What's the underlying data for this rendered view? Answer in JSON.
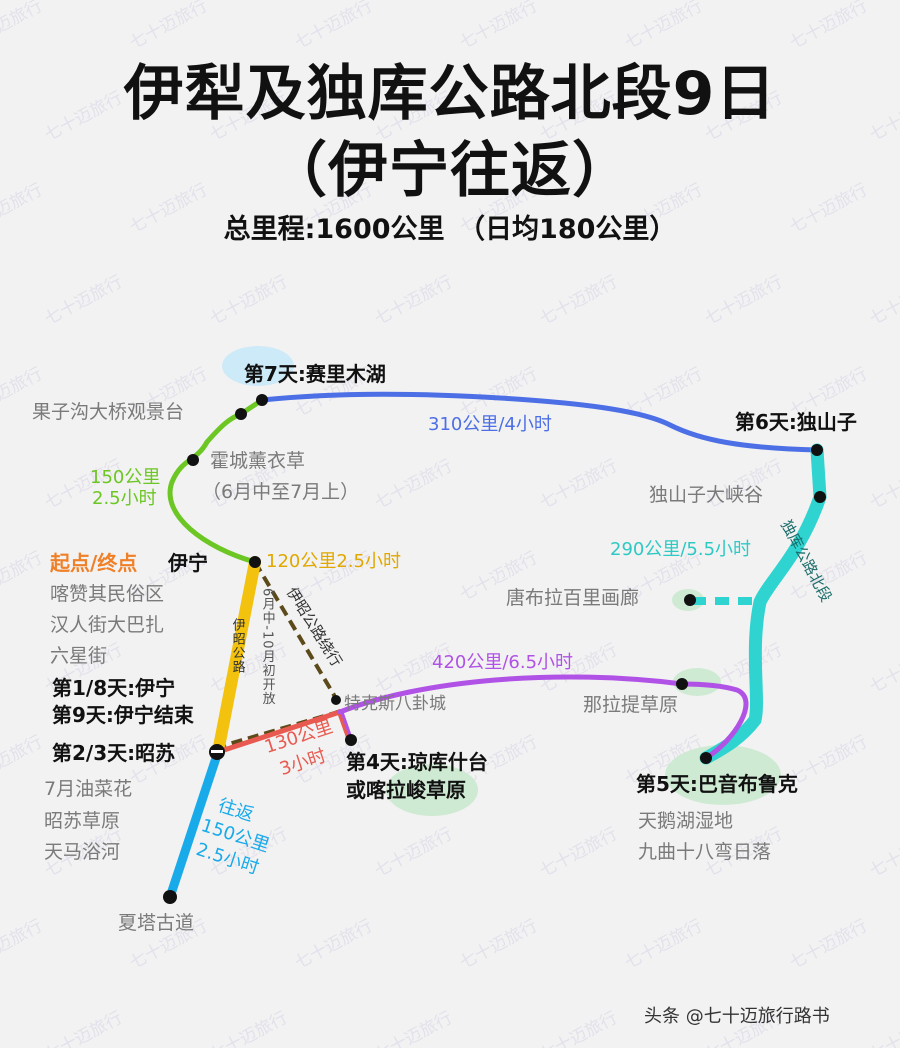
{
  "title": "伊犁及独库公路北段9日",
  "subtitle": "（伊宁往返）",
  "summary": "总里程:1600公里　（日均180公里）",
  "watermark": "七十迈旅行",
  "credit": "头条 @七十迈旅行路书",
  "colors": {
    "green": "#6cc623",
    "blue": "#4c6fe6",
    "cyan": "#2fd3cf",
    "purple": "#b152e6",
    "yellow": "#f2c20e",
    "red": "#e85a50",
    "skyblue": "#19aaea",
    "brown": "#5c4a1a",
    "orange": "#f08028"
  },
  "labels": {
    "day7": "第7天:赛里木湖",
    "guozigou": "果子沟大桥观景台",
    "dist_310": "310公里/4小时",
    "day6": "第6天:独山子",
    "huocheng": "霍城薰衣草",
    "huocheng_note": "（6月中至7月上）",
    "dist_150a": "150公里",
    "dist_150b": "2.5小时",
    "dushanzi_canyon": "独山子大峡谷",
    "start_end_prefix": "起点/终点",
    "yining": "伊宁",
    "dist_120": "120公里2.5小时",
    "dist_290": "290公里/5.5小时",
    "dukuroad": "独库公路北段",
    "kazanqi": "喀赞其民俗区",
    "hanrenjie": "汉人街大巴扎",
    "liuxingjie": "六星街",
    "yizhao_road": "伊昭公路",
    "yizhao_open": "6月中-10月初开放",
    "yizhao_detour": "伊昭公路绕行",
    "tangbula": "唐布拉百里画廊",
    "dist_420": "420公里/6.5小时",
    "tekesi": "特克斯八卦城",
    "nalati": "那拉提草原",
    "day18": "第1/8天:伊宁",
    "day9": "第9天:伊宁结束",
    "day23": "第2/3天:昭苏",
    "dist_130a": "130公里",
    "dist_130b": "3小时",
    "day4a": "第4天:琼库什台",
    "day4b": "或喀拉峻草原",
    "day5": "第5天:巴音布鲁克",
    "canola": "7月油菜花",
    "zhaosu_grass": "昭苏草原",
    "tianma": "天马浴河",
    "return_a": "往返",
    "return_b": "150公里",
    "return_c": "2.5小时",
    "swan": "天鹅湖湿地",
    "jiuqu": "九曲十八弯日落",
    "xiata": "夏塔古道"
  }
}
